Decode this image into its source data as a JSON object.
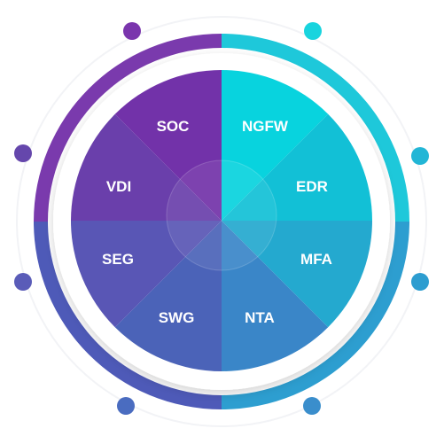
{
  "segments": [
    {
      "label": "SOC",
      "color": "#7232a9"
    },
    {
      "label": "NGFW",
      "color": "#08d3de"
    },
    {
      "label": "VDI",
      "color": "#6a3fab"
    },
    {
      "label": "EDR",
      "color": "#12c0d6"
    },
    {
      "label": "SEG",
      "color": "#5956b5"
    },
    {
      "label": "MFA",
      "color": "#24a9cf"
    },
    {
      "label": "SWG",
      "color": "#4b63b8"
    },
    {
      "label": "NTA",
      "color": "#3a86c8"
    }
  ],
  "colors": {
    "ring_top_left": "#7a3aad",
    "ring_top_right": "#1ec8da",
    "ring_bottom_left": "#4e5ab8",
    "ring_bottom_right": "#2d9ed0",
    "outer_ring": "#f2f3f6",
    "dot_purple": "#7a35ad",
    "dot_cyan": "#18d4de",
    "dot_violet": "#6547ac",
    "dot_teal": "#22b6d6",
    "dot_indigo": "#5a5cb8",
    "dot_blue": "#2d9dd0",
    "dot_navy": "#4a6cc0",
    "dot_sky": "#3a8ecc"
  }
}
